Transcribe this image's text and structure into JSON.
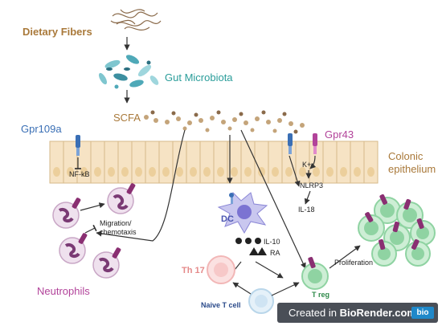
{
  "labels": {
    "dietary_fibers": "Dietary Fibers",
    "gut_microbiota": "Gut Microbiota",
    "scfa": "SCFA",
    "gpr109a": "Gpr109a",
    "gpr43": "Gpr43",
    "colonic": "Colonic",
    "epithelium": "epithelium",
    "nfkb": "NF-kB",
    "kplus": "K+",
    "nlrp3": "NLRP3",
    "il18": "IL-18",
    "dc": "DC",
    "il10": "IL-10",
    "ra": "RA",
    "migration": "Migration/",
    "chemotaxis": "chemotaxis",
    "neutrophils": "Neutrophils",
    "th17": "Th 17",
    "naive_t_cell": "Naive T cell",
    "treg": "T reg",
    "proliferation": "Proliferation"
  },
  "watermark": {
    "prefix": "Created in ",
    "brand": "BioRender.com",
    "badge": "bio"
  },
  "colors": {
    "fiber_label": "#a9793a",
    "microbiota_label": "#2a9d9a",
    "gpr109a_label": "#3a6fb5",
    "gpr43_label": "#b2439a",
    "neutrophil_label": "#b2439a",
    "dc_label": "#4a55b0",
    "th17_label": "#e58a8a",
    "treg_label": "#2f8a4a",
    "naive_label": "#2a4a8a",
    "epithelium_fill": "#f6e3c4",
    "epithelium_label": "#a9793a"
  }
}
